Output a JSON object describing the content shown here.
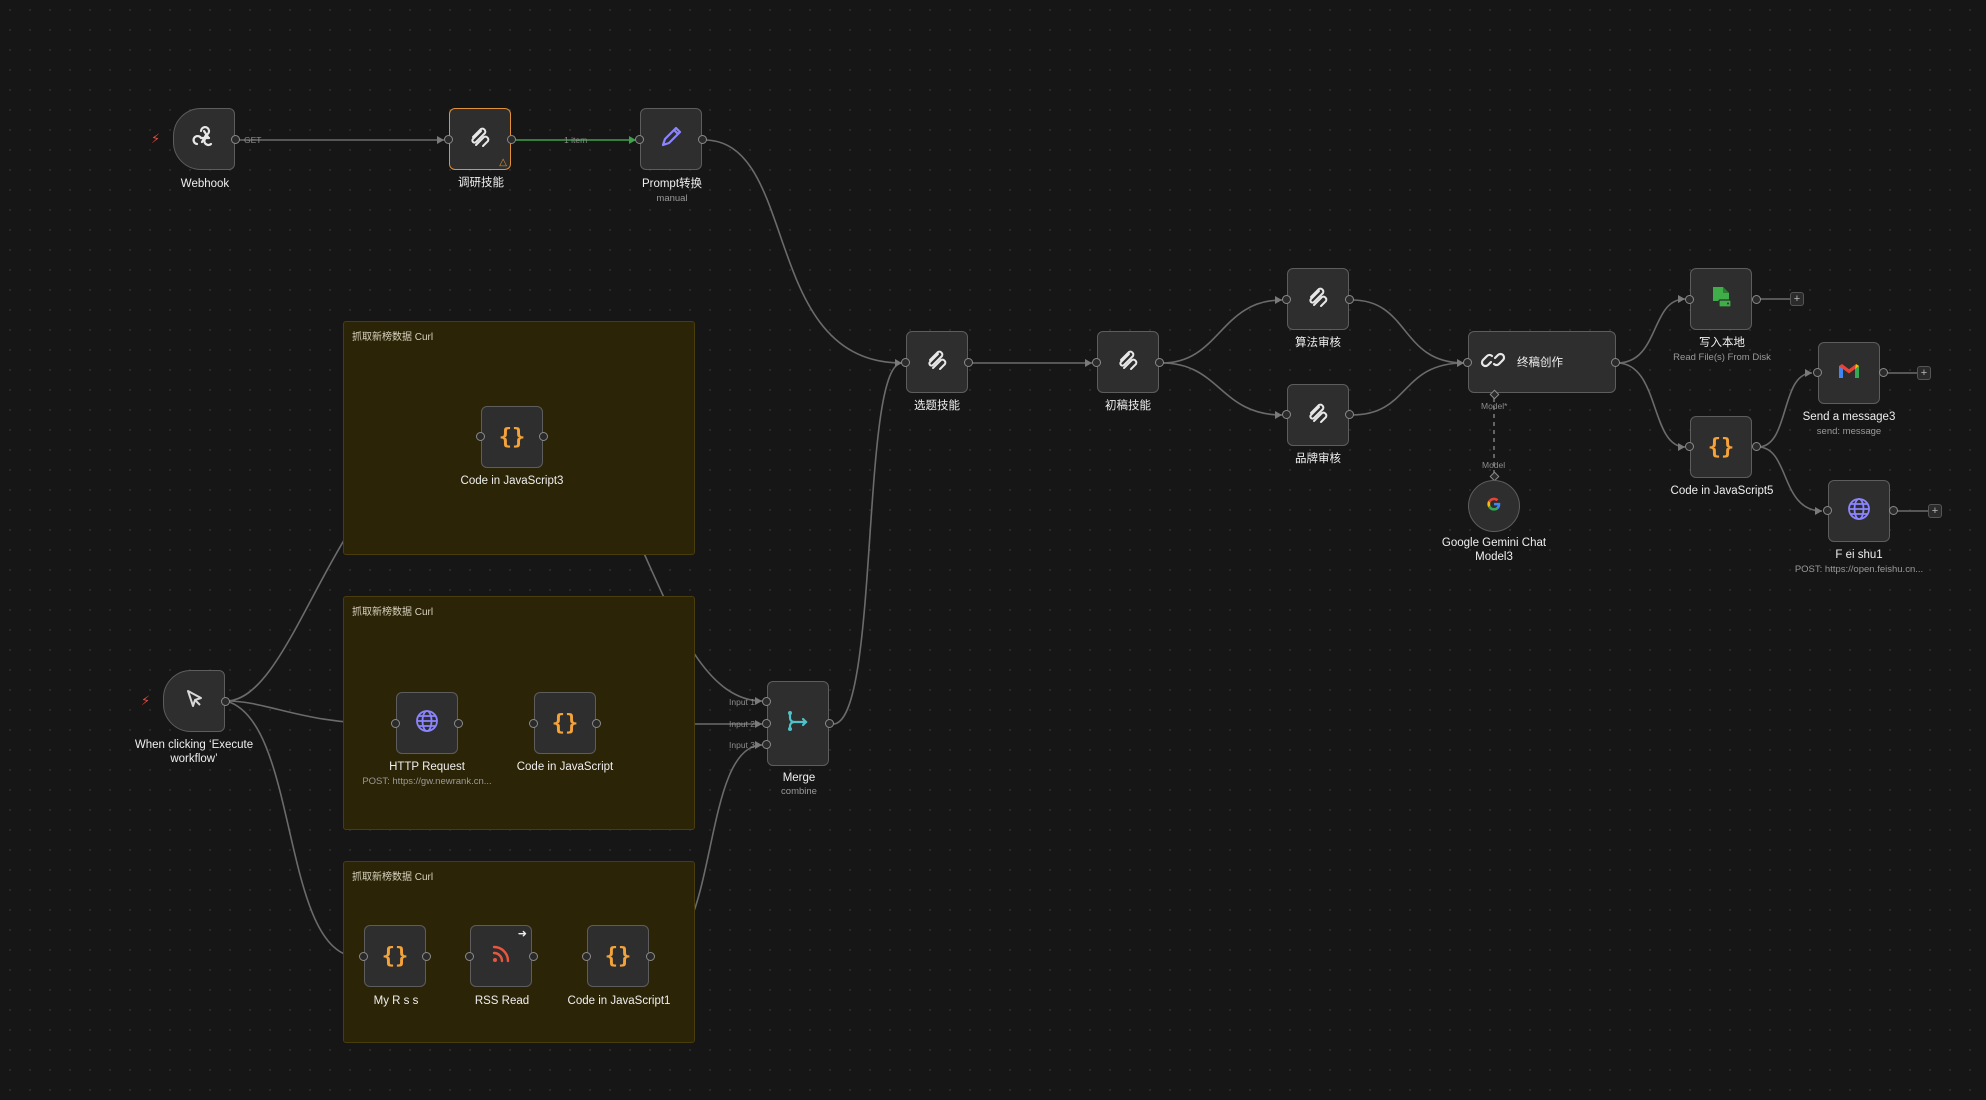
{
  "sticky_notes": [
    {
      "title": "抓取新榜数据 Curl"
    },
    {
      "title": "抓取新榜数据 Curl"
    },
    {
      "title": "抓取新榜数据 Curl"
    }
  ],
  "nodes": {
    "webhook": {
      "label": "Webhook",
      "icon": "webhook-icon"
    },
    "diaoyan": {
      "label": "调研技能",
      "icon": "agent-icon",
      "status": "warning"
    },
    "prompt": {
      "label": "Prompt转换",
      "sub": "manual",
      "icon": "pencil-icon"
    },
    "code3": {
      "label": "Code in JavaScript3",
      "icon": "code-braces-icon"
    },
    "manual": {
      "label": "When clicking ‘Execute workflow’",
      "icon": "cursor-icon"
    },
    "http": {
      "label": "HTTP Request",
      "sub": "POST: https://gw.newrank.cn...",
      "icon": "globe-icon"
    },
    "code": {
      "label": "Code in JavaScript",
      "icon": "code-braces-icon"
    },
    "myrss": {
      "label": "My R s s",
      "icon": "code-braces-icon"
    },
    "rss": {
      "label": "RSS Read",
      "icon": "rss-icon"
    },
    "code1": {
      "label": "Code in JavaScript1",
      "icon": "code-braces-icon"
    },
    "merge": {
      "label": "Merge",
      "sub": "combine",
      "icon": "merge-icon",
      "inputs": [
        "Input 1",
        "Input 2",
        "Input 3"
      ]
    },
    "xuanti": {
      "label": "选题技能",
      "icon": "agent-icon"
    },
    "chugao": {
      "label": "初稿技能",
      "icon": "agent-icon"
    },
    "suanfa": {
      "label": "算法审核",
      "icon": "agent-icon"
    },
    "pinpai": {
      "label": "品牌审核",
      "icon": "agent-icon"
    },
    "zhonggao": {
      "label": "终稿创作",
      "icon": "chain-link-icon",
      "model_port": "Model*"
    },
    "gemini": {
      "label": "Google Gemini Chat Model3",
      "icon": "google-icon",
      "model_port": "Model"
    },
    "xieru": {
      "label": "写入本地",
      "sub": "Read File(s) From Disk",
      "icon": "file-disk-icon"
    },
    "code5": {
      "label": "Code in JavaScript5",
      "icon": "code-braces-icon"
    },
    "gmail": {
      "label": "Send a message3",
      "sub": "send: message",
      "icon": "gmail-icon"
    },
    "feishu": {
      "label": "F ei shu1",
      "sub": "POST: https://open.feishu.cn...",
      "icon": "globe-icon"
    }
  },
  "edge_labels": {
    "webhook_method": "GET",
    "item_count": "1 item"
  },
  "colors": {
    "background": "#161616",
    "node_fill": "#2e2e2e",
    "node_border": "#5d5d5d",
    "warning": "#e0913a",
    "active_edge": "#3fa14b",
    "code_icon": "#f3a33a",
    "trigger_bolt": "#e3493b",
    "sticky": "#2c2406"
  }
}
